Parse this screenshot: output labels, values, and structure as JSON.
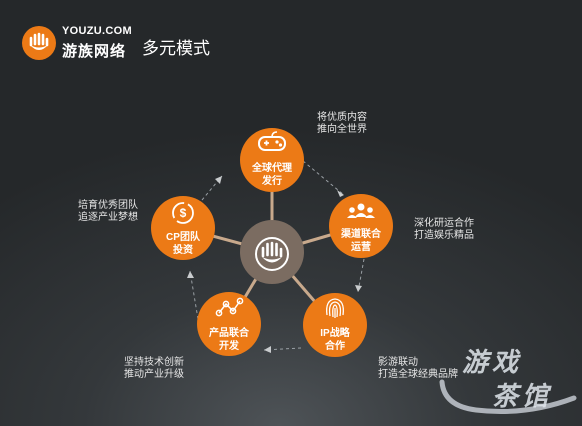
{
  "header": {
    "brand_en": "YOUZU.COM",
    "brand_cn": "游族网络",
    "title": "多元模式"
  },
  "diagram": {
    "center_icon": "youzu-hand-logo-icon",
    "nodes": [
      {
        "id": "global-publishing",
        "icon": "gamepad-icon",
        "label_line1": "全球代理",
        "label_line2": "发行"
      },
      {
        "id": "channel-ops",
        "icon": "people-group-icon",
        "label_line1": "渠道联合",
        "label_line2": "运营"
      },
      {
        "id": "ip-strategy",
        "icon": "fingerprint-icon",
        "label_line1": "IP战略",
        "label_line2": "合作"
      },
      {
        "id": "product-dev",
        "icon": "network-nodes-icon",
        "label_line1": "产品联合",
        "label_line2": "开发"
      },
      {
        "id": "cp-investment",
        "icon": "dollar-cycle-icon",
        "label_line1": "CP团队",
        "label_line2": "投资"
      }
    ],
    "descriptions": [
      {
        "line1": "将优质内容",
        "line2": "推向全世界"
      },
      {
        "line1": "深化研运合作",
        "line2": "打造娱乐精品"
      },
      {
        "line1": "影游联动",
        "line2": "打造全球经典品牌"
      },
      {
        "line1": "坚持技术创新",
        "line2": "推动产业升级"
      },
      {
        "line1": "培育优秀团队",
        "line2": "追逐产业梦想"
      }
    ]
  },
  "watermark": {
    "line1": "游戏",
    "line2": "茶馆"
  },
  "colors": {
    "accent": "#ec7a16",
    "center": "#7b6c61",
    "connector": "#c8a98c",
    "dashed": "#9aa0a5"
  }
}
